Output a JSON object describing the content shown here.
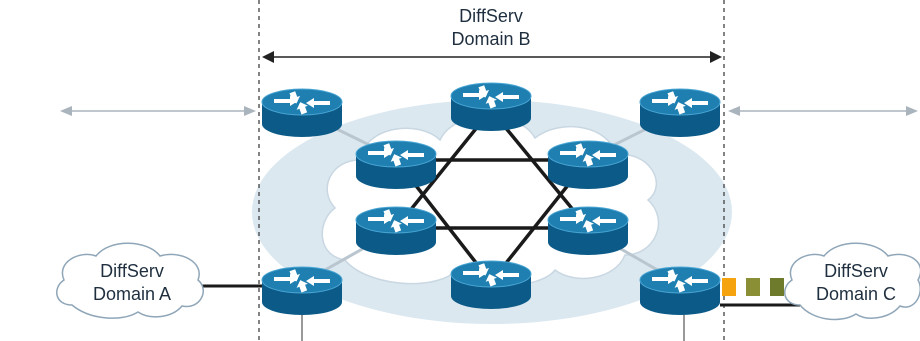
{
  "domain_b": {
    "line1": "DiffServ",
    "line2": "Domain B"
  },
  "domain_a": {
    "line1": "DiffServ",
    "line2": "Domain A"
  },
  "domain_c": {
    "line1": "DiffServ",
    "line2": "Domain C"
  },
  "colors": {
    "router_top": "#1f7fb0",
    "router_side": "#0b5a88",
    "router_rim": "#4aa6d4",
    "cloud_oval": "#dbe8f0",
    "link": "#1a1a1a",
    "edge_link": "#b9c5cf",
    "packet_orange": "#f5a30f",
    "packet_green": "#6e7a2c",
    "packet_olive": "#8a8f35"
  },
  "icons": [
    "router-icon",
    "cloud-icon",
    "double-arrow-icon",
    "packet-icon"
  ]
}
